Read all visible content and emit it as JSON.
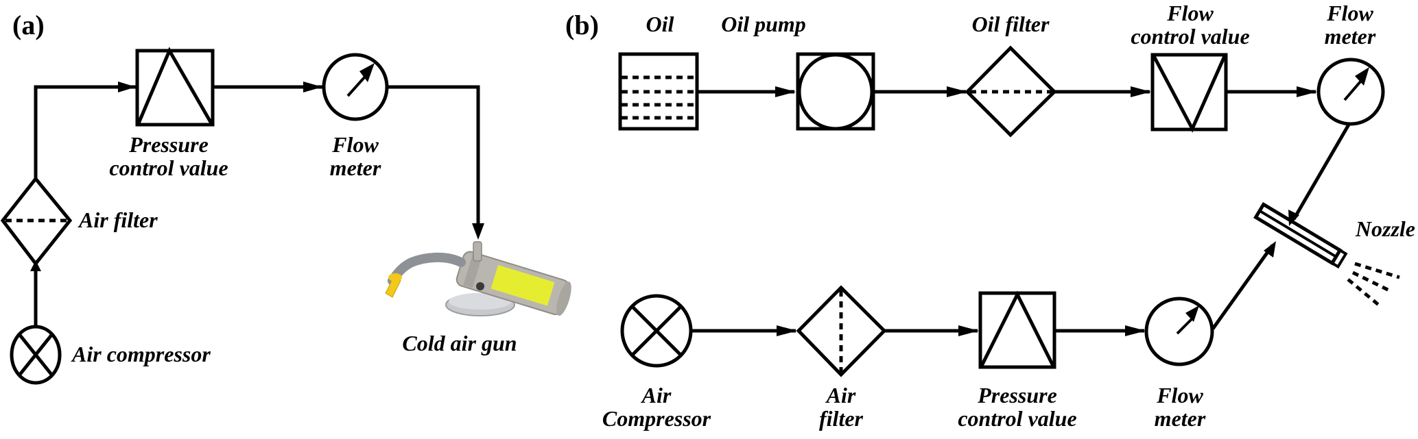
{
  "figure": {
    "panel_a": {
      "tag": "(a)",
      "components": {
        "air_compressor": "Air compressor",
        "air_filter": "Air filter",
        "pressure_control_value": [
          "Pressure",
          "control value"
        ],
        "flow_meter": [
          "Flow",
          "meter"
        ],
        "cold_air_gun": "Cold air gun"
      },
      "flow_order": [
        "Air compressor",
        "Air filter",
        "Pressure control value",
        "Flow meter",
        "Cold air gun"
      ]
    },
    "panel_b": {
      "tag": "(b)",
      "oil_line": {
        "oil": "Oil",
        "oil_pump": "Oil pump",
        "oil_filter": "Oil filter",
        "flow_control_value": [
          "Flow",
          "control value"
        ],
        "flow_meter": [
          "Flow",
          "meter"
        ]
      },
      "air_line": {
        "air_compressor": [
          "Air",
          "Compressor"
        ],
        "air_filter": [
          "Air",
          "filter"
        ],
        "pressure_control_value": [
          "Pressure",
          "control value"
        ],
        "flow_meter": [
          "Flow",
          "meter"
        ]
      },
      "nozzle": "Nozzle",
      "oil_flow_order": [
        "Oil",
        "Oil pump",
        "Oil filter",
        "Flow control value",
        "Flow meter",
        "Nozzle"
      ],
      "air_flow_order": [
        "Air Compressor",
        "Air filter",
        "Pressure control value",
        "Flow meter",
        "Nozzle"
      ]
    },
    "colors": {
      "line": "#000000",
      "background": "#ffffff",
      "gun_body": "#b9b6b0",
      "gun_label": "#e8f02a",
      "gun_tip": "#f2c81a",
      "gun_hose": "#8e9297"
    }
  }
}
